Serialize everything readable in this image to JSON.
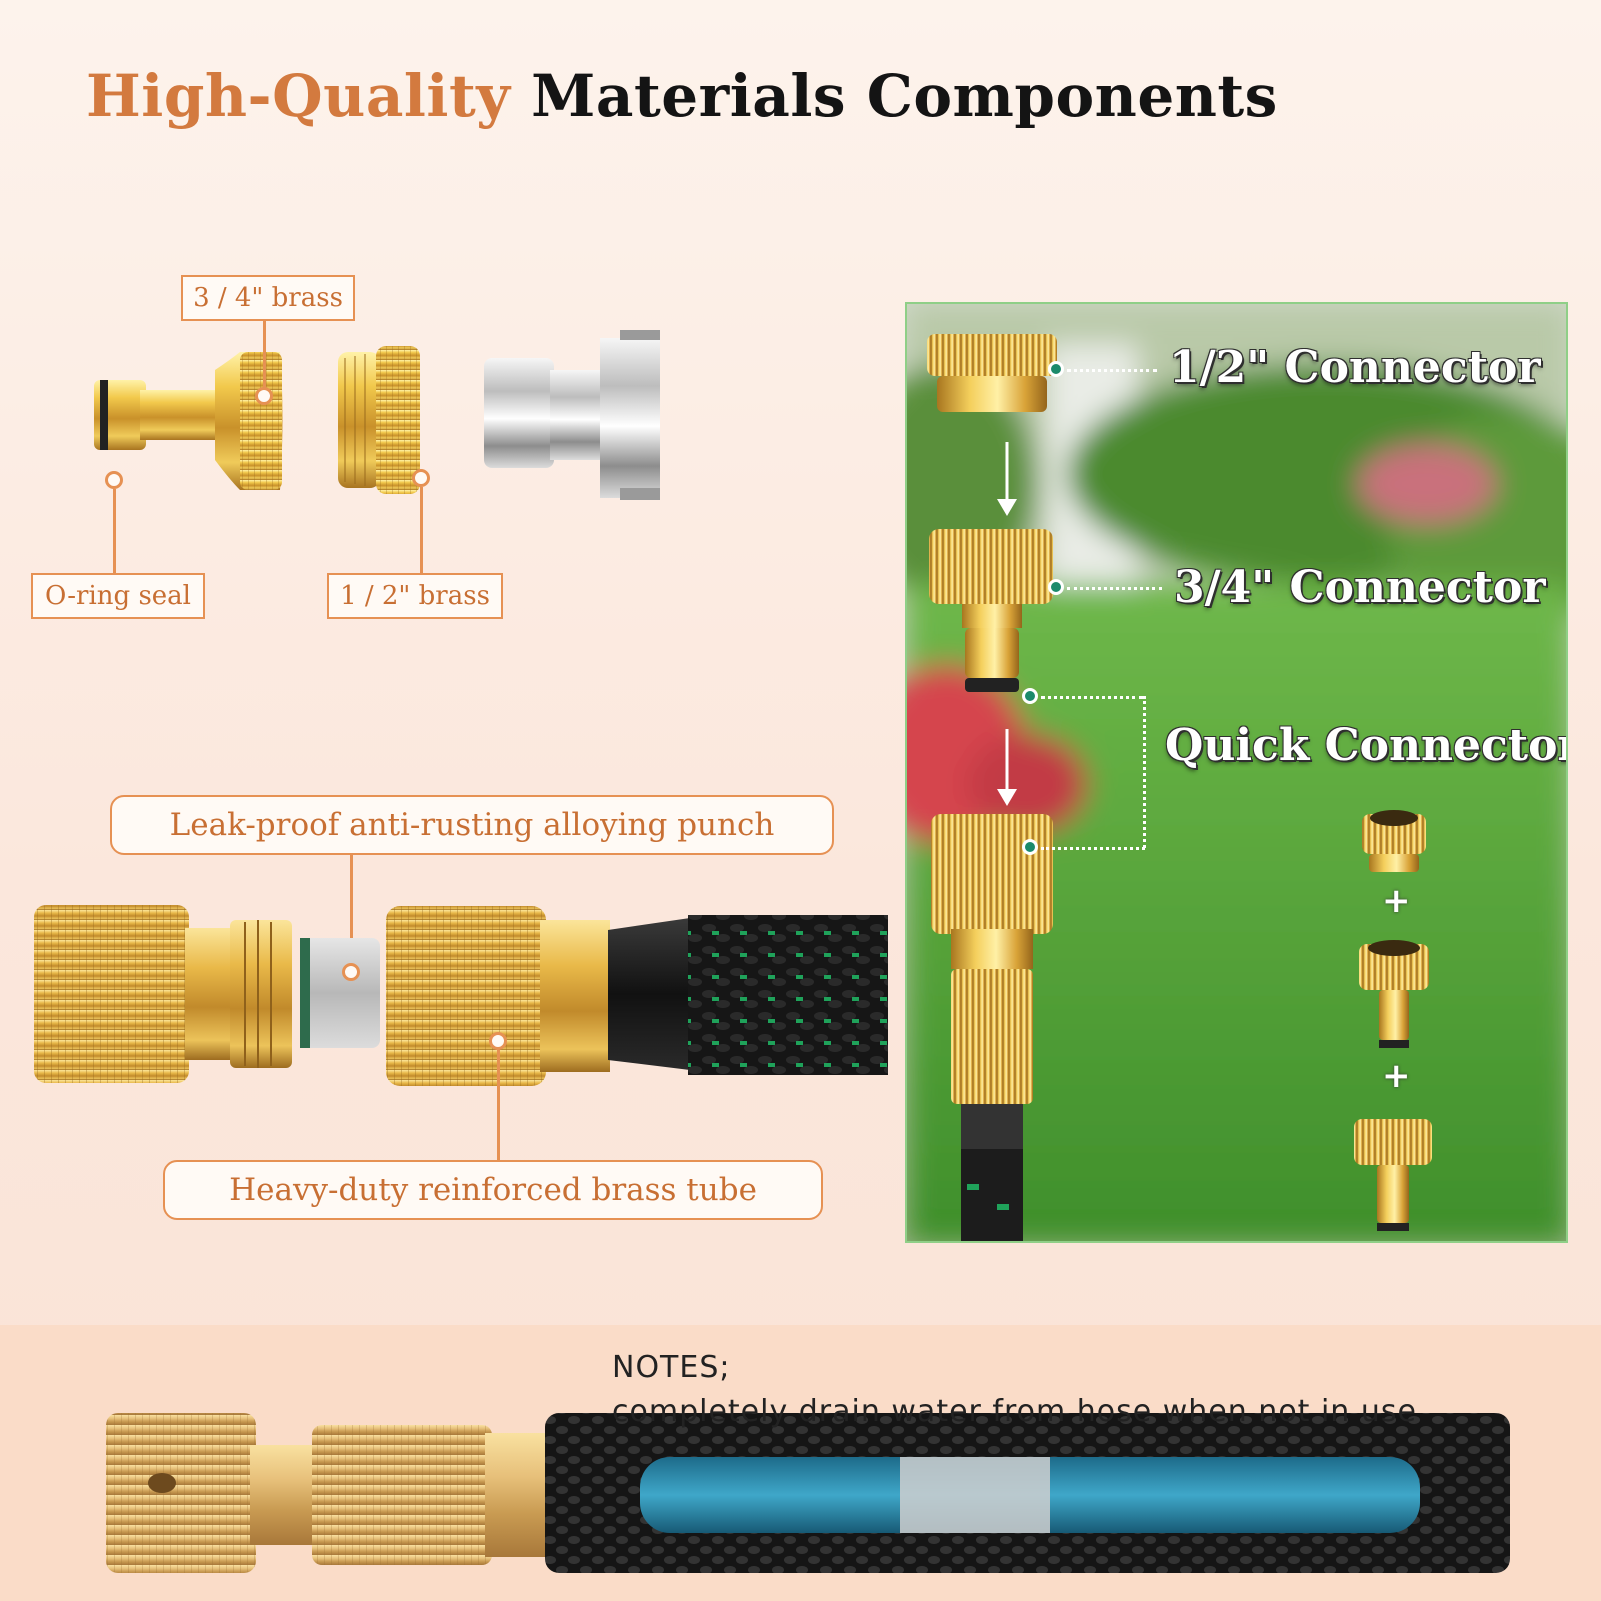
{
  "title": {
    "accent": "High-Quality",
    "main": "Materials Components"
  },
  "top_labels": {
    "brass_34": "3 / 4\" brass",
    "oring": "O-ring seal",
    "brass_12": "1 / 2\" brass"
  },
  "middle_labels": {
    "punch": "Leak-proof anti-rusting alloying punch",
    "tube": "Heavy-duty reinforced brass tube"
  },
  "panel": {
    "connector_12": "1/2\" Connector",
    "connector_34": "3/4\" Connector",
    "quick": "Quick Connector",
    "plus": "+"
  },
  "notes": {
    "title": "NOTES;",
    "text": "completely drain water from hose when not in use"
  },
  "colors": {
    "accent": "#d37a3f",
    "label_border": "#e69153",
    "brass": "#d9a83a",
    "teal_dot": "#1b8a6b"
  }
}
